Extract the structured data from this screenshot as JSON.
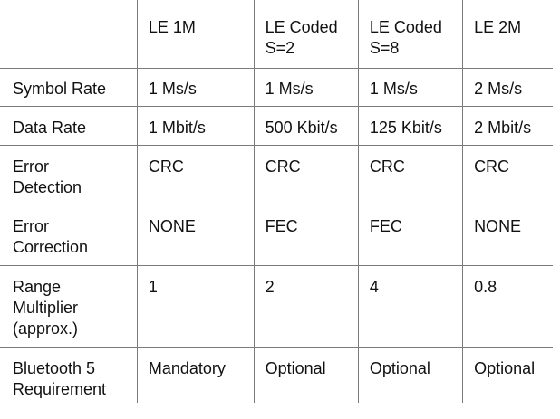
{
  "table": {
    "headers": [
      "",
      "LE 1M",
      "LE Coded\nS=2",
      "LE Coded\nS=8",
      "LE 2M"
    ],
    "rows": [
      [
        "Symbol Rate",
        "1 Ms/s",
        "1 Ms/s",
        "1 Ms/s",
        "2 Ms/s"
      ],
      [
        "Data Rate",
        "1 Mbit/s",
        "500 Kbit/s",
        "125 Kbit/s",
        "2 Mbit/s"
      ],
      [
        "Error\nDetection",
        "CRC",
        "CRC",
        "CRC",
        "CRC"
      ],
      [
        "Error\nCorrection",
        "NONE",
        "FEC",
        "FEC",
        "NONE"
      ],
      [
        "Range\nMultiplier\n(approx.)",
        "1",
        "2",
        "4",
        "0.8"
      ],
      [
        "Bluetooth 5\nRequirement",
        "Mandatory",
        "Optional",
        "Optional",
        "Optional"
      ]
    ]
  }
}
